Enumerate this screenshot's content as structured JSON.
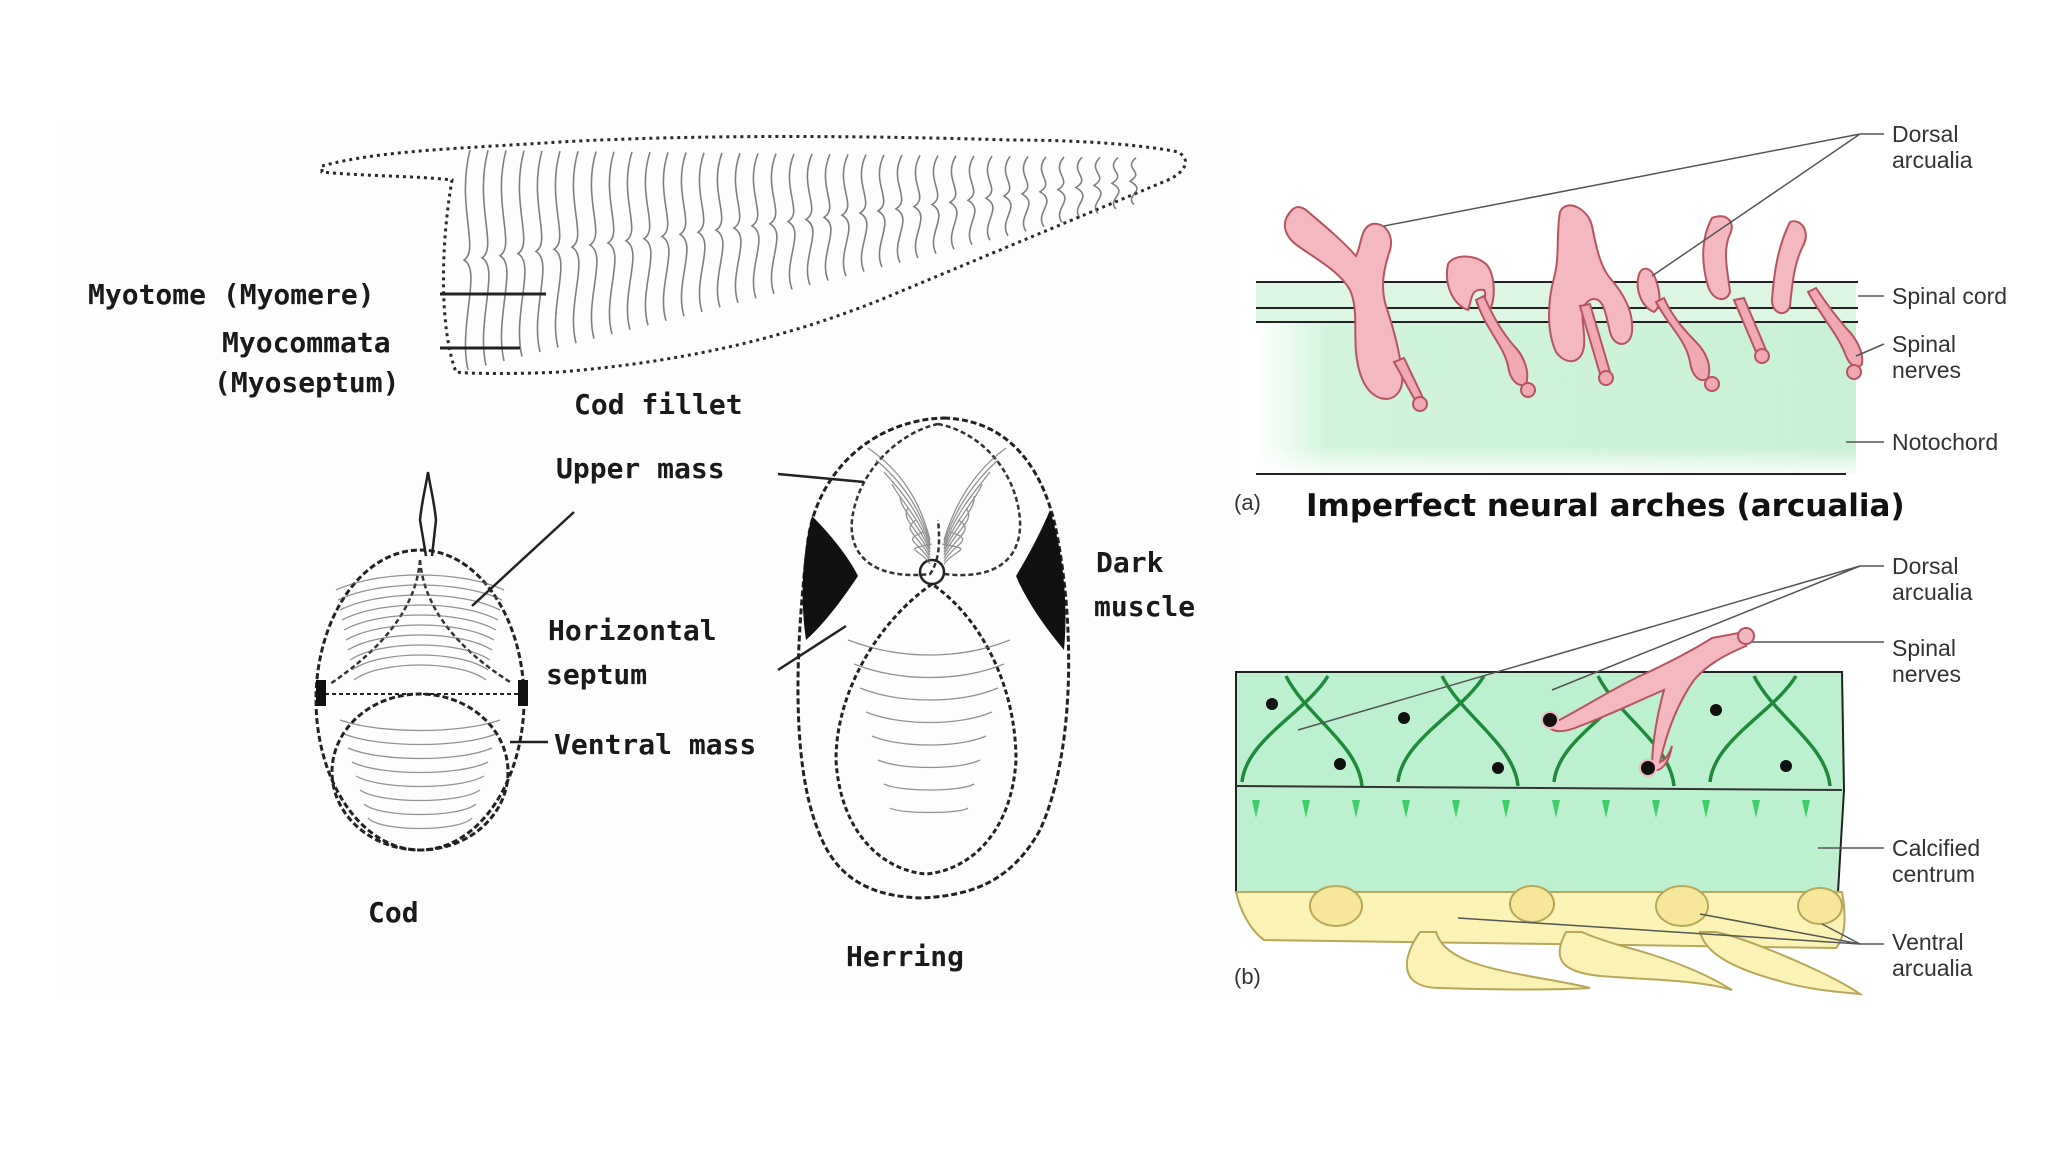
{
  "left_figure": {
    "fillet": {
      "myotome_label": "Myotome (Myomere)",
      "myocommata_label": "Myocommata",
      "myoseptum_label": "(Myoseptum)",
      "caption": "Cod fillet"
    },
    "cod_section": {
      "caption": "Cod",
      "horizontal_label": "Horizontal",
      "septum_label": "septum",
      "ventral_label": "Ventral mass"
    },
    "herring_section": {
      "caption": "Herring",
      "upper_label": "Upper mass",
      "dark_label": "Dark",
      "muscle_label": "muscle"
    }
  },
  "panel_a": {
    "letter": "(a)",
    "title": "Imperfect neural arches (arcualia)",
    "labels": {
      "dorsal_1": "Dorsal",
      "dorsal_2": "arcualia",
      "spinal_cord": "Spinal cord",
      "spinal_nerves_1": "Spinal",
      "spinal_nerves_2": "nerves",
      "notochord": "Notochord"
    }
  },
  "panel_b": {
    "letter": "(b)",
    "labels": {
      "dorsal_1": "Dorsal",
      "dorsal_2": "arcualia",
      "spinal_nerves_1": "Spinal",
      "spinal_nerves_2": "nerves",
      "calcified_1": "Calcified",
      "calcified_2": "centrum",
      "ventral_1": "Ventral",
      "ventral_2": "arcualia"
    }
  },
  "colors": {
    "arch_pink": "#f4b8c0",
    "arch_stroke": "#b8545f",
    "notochord_green": "#cdf3d8",
    "centrum_green": "#b9efcc",
    "seam_green": "#1f8a3a",
    "ventral_yellow": "#fbf3b6",
    "ventral_stroke": "#b7a75a",
    "ink": "#1a1a1a"
  }
}
